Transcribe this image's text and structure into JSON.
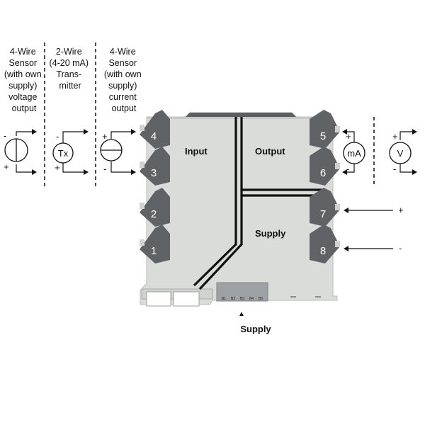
{
  "input_sources": [
    {
      "lines": [
        "4-Wire",
        "Sensor",
        "(with own",
        "supply)",
        "voltage",
        "output"
      ]
    },
    {
      "lines": [
        "2-Wire",
        "(4-20 mA)",
        "Trans-",
        "mitter"
      ]
    },
    {
      "lines": [
        "4-Wire",
        "Sensor",
        "(with own",
        "supply)",
        "current",
        "output"
      ]
    }
  ],
  "module": {
    "input_label": "Input",
    "output_label": "Output",
    "supply_label": "Supply",
    "left_terminals": [
      "4",
      "3",
      "2",
      "1"
    ],
    "right_terminals": [
      "5",
      "6",
      "7",
      "8"
    ],
    "bus_pins": [
      "B1",
      "B2",
      "B3",
      "B4",
      "B5"
    ]
  },
  "transmitter_symbol": "Tx",
  "output_meters": [
    "mA",
    "V"
  ],
  "signs": {
    "plus": "+",
    "minus": "-"
  },
  "bottom_supply_label": "Supply",
  "bottom_arrow": "▲"
}
